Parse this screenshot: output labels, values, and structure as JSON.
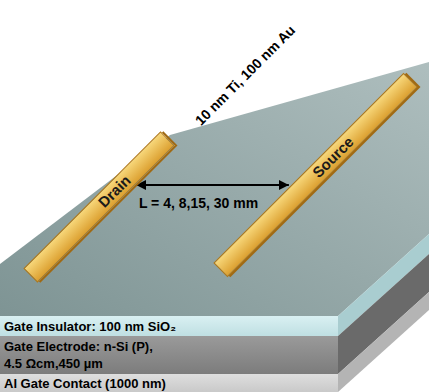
{
  "diagram": {
    "nodes": [
      {
        "text": [
          "Drain"
        ]
      },
      {
        "text": [
          "Source"
        ]
      },
      {
        "text": [
          "Gate Insulator: 100 nm SiO₂"
        ]
      },
      {
        "text": [
          "Gate Electrode: n-Si (P), 4.5 Ωcm,450 µm"
        ]
      },
      {
        "text": [
          "Al Gate Contact (1000 nm)"
        ]
      }
    ],
    "edges": [
      {
        "from": 0,
        "to": 1,
        "label": "L = 4, 8,15, 30 mm",
        "arrow": "both"
      }
    ],
    "labels": [
      "10 nm Ti, 100 nm Au"
    ]
  }
}
